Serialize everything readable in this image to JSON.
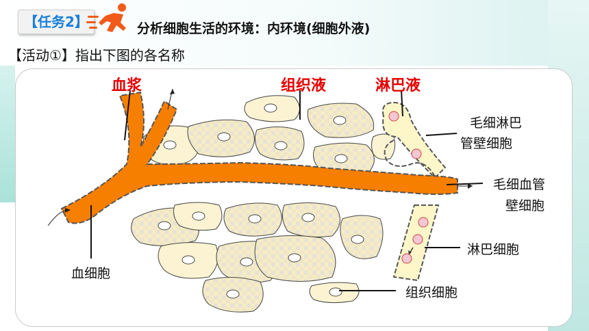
{
  "header": {
    "task_tag": "【任务2】",
    "title": "分析细胞生活的环境：内环境(细胞外液)",
    "activity": "【活动①】指出下图的各名称"
  },
  "diagram": {
    "labels": {
      "plasma": "血浆",
      "tissue_fluid": "组织液",
      "lymph": "淋巴液",
      "lymph_capillary_wall_line1": "毛细淋巴",
      "lymph_capillary_wall_line2": "管壁细胞",
      "blood_capillary_wall_line1": "毛细血管",
      "blood_capillary_wall_line2": "壁细胞",
      "lymphocyte": "淋巴细胞",
      "blood_cell": "血细胞",
      "tissue_cell": "组织细胞"
    }
  },
  "colors": {
    "task_tag_text": "#1a7fd6",
    "runner": "#f05a1a",
    "plasma": "#f77f00",
    "tissue_fluid": "#fbf3d2",
    "lymph_fluid": "#fdf6c8",
    "red_label": "#e60000"
  }
}
